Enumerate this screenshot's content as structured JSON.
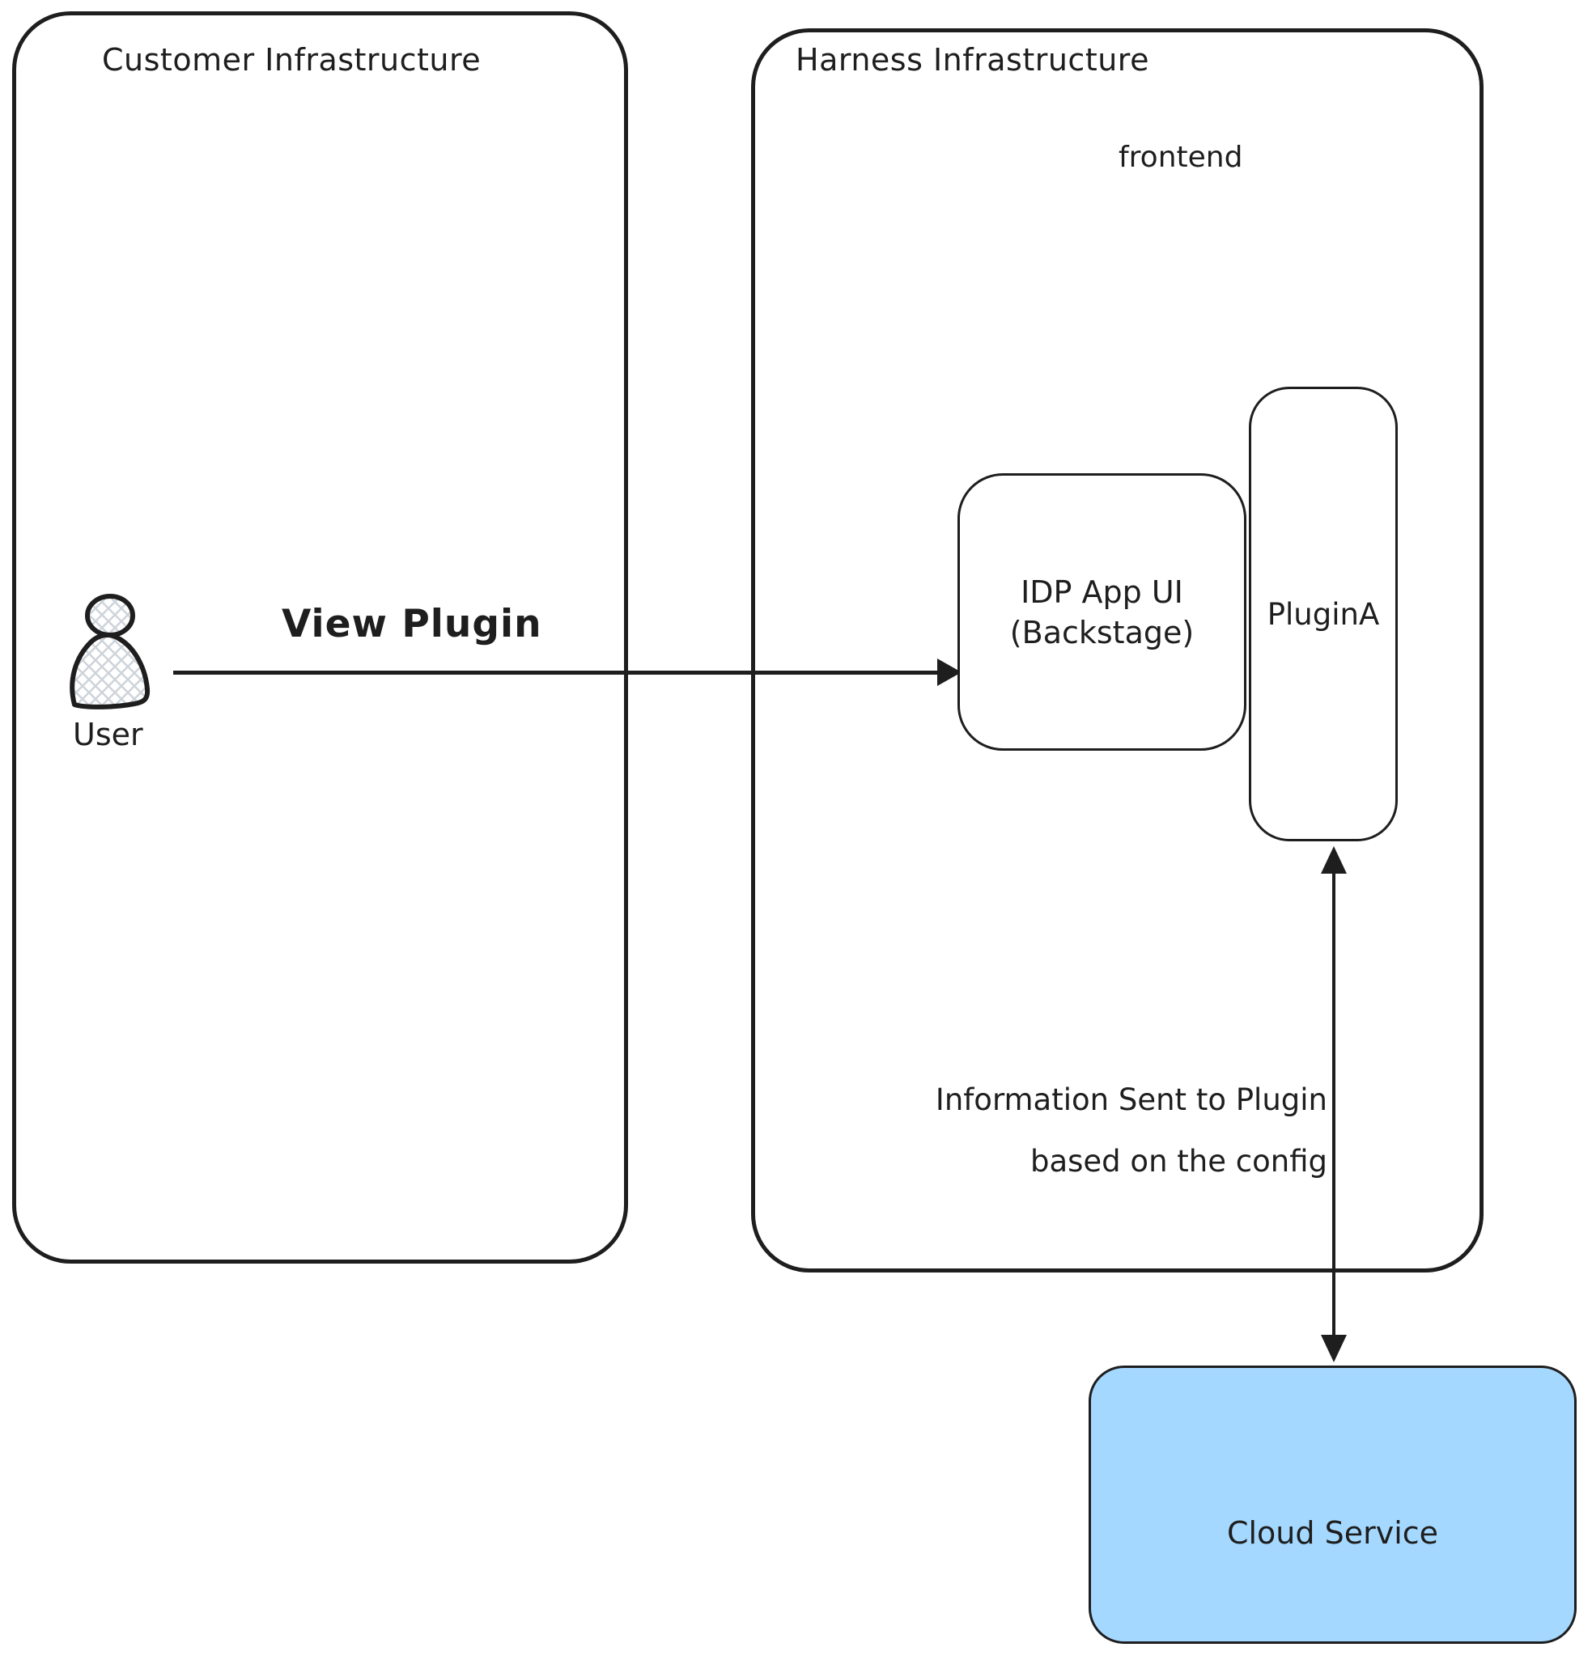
{
  "diagram": {
    "colors": {
      "stroke": "#1e1e1e",
      "cloud_fill": "#a5d8ff",
      "hatch": "#ced4da",
      "background": "#ffffff"
    },
    "customer": {
      "title": "Customer Infrastructure"
    },
    "harness": {
      "title": "Harness Infrastructure",
      "frontend_label": "frontend"
    },
    "user": {
      "label": "User"
    },
    "idp": {
      "line1": "IDP App UI",
      "line2": "(Backstage)"
    },
    "plugin": {
      "label": "PluginA"
    },
    "cloud": {
      "label": "Cloud Service"
    },
    "edges": {
      "view_plugin": {
        "label": "View Plugin"
      },
      "info": {
        "line1": "Information Sent to Plugin",
        "line2": "based on the config"
      }
    }
  }
}
